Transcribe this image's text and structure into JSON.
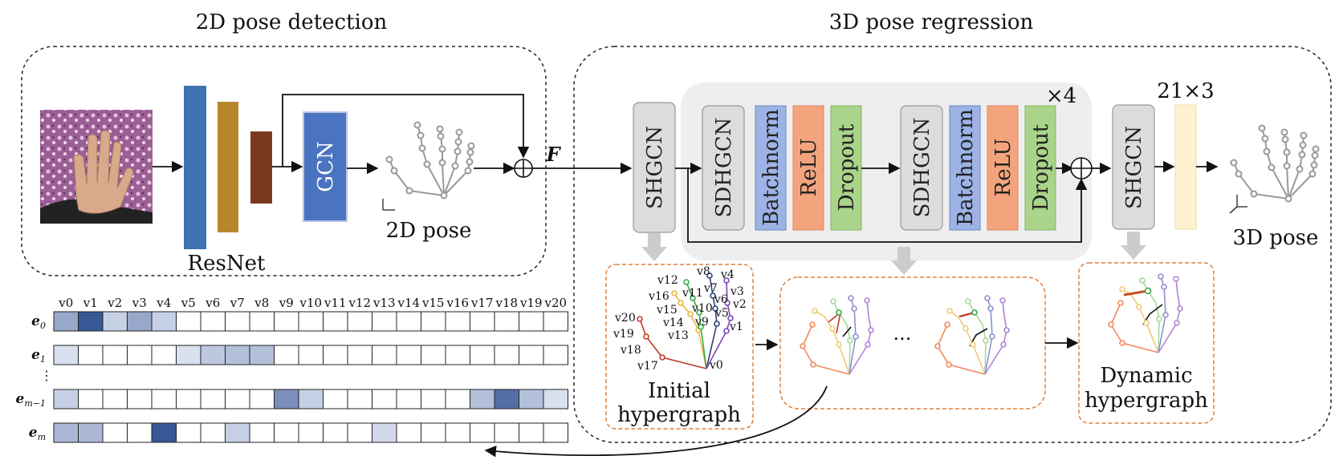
{
  "titles": {
    "detection": "2D pose detection",
    "regression": "3D pose regression"
  },
  "detection": {
    "backbone_label": "ResNet",
    "gcn_label": "GCN",
    "pose2d_label": "2D pose",
    "feature_label": "F"
  },
  "regression": {
    "shgcn_label": "SHGCN",
    "sdhgcn_label": "SDHGCN",
    "batchnorm_label": "Batchnorm",
    "relu_label": "ReLU",
    "dropout_label": "Dropout",
    "repeat_label": "×4",
    "output_dim_label": "21×3",
    "pose3d_label": "3D pose",
    "ellipsis": "..."
  },
  "hypergraph": {
    "initial_label_line1": "Initial",
    "initial_label_line2": "hypergraph",
    "dynamic_label_line1": "Dynamic",
    "dynamic_label_line2": "hypergraph",
    "vertex_labels": [
      "v0",
      "v1",
      "v2",
      "v3",
      "v4",
      "v5",
      "v6",
      "v7",
      "v8",
      "v9",
      "v10",
      "v11",
      "v12",
      "v13",
      "v14",
      "v15",
      "v16",
      "v17",
      "v18",
      "v19",
      "v20"
    ]
  },
  "incidence_matrix": {
    "columns": [
      "v0",
      "v1",
      "v2",
      "v3",
      "v4",
      "v5",
      "v6",
      "v7",
      "v8",
      "v9",
      "v10",
      "v11",
      "v12",
      "v13",
      "v14",
      "v15",
      "v16",
      "v17",
      "v18",
      "v19",
      "v20"
    ],
    "rows": [
      {
        "label": "e",
        "sub": "0",
        "weights": [
          0.45,
          0.95,
          0.2,
          0.45,
          0.2,
          0,
          0,
          0,
          0,
          0,
          0,
          0,
          0,
          0,
          0,
          0,
          0,
          0,
          0,
          0,
          0
        ]
      },
      {
        "label": "e",
        "sub": "1",
        "weights": [
          0.1,
          0,
          0,
          0,
          0,
          0.1,
          0.25,
          0.3,
          0.3,
          0,
          0,
          0,
          0,
          0,
          0,
          0,
          0,
          0,
          0,
          0,
          0
        ]
      },
      {
        "label": "e",
        "sub": "m−1",
        "weights": [
          0.2,
          0,
          0,
          0,
          0,
          0,
          0,
          0,
          0,
          0.6,
          0.2,
          0,
          0,
          0,
          0,
          0,
          0,
          0.3,
          0.8,
          0.3,
          0.1
        ]
      },
      {
        "label": "e",
        "sub": "m",
        "weights": [
          0.35,
          0.35,
          0,
          0,
          0.95,
          0,
          0,
          0.2,
          0,
          0,
          0,
          0,
          0,
          0.15,
          0,
          0,
          0,
          0,
          0,
          0,
          0
        ]
      }
    ],
    "vdots": "⋮"
  },
  "colors": {
    "backbone_blue": "#3f72b0",
    "backbone_gold": "#b8862a",
    "backbone_brown": "#7b3a20",
    "gcn_blue": "#4a74c0",
    "shgcn_gray": "#dcdcdc",
    "batchnorm_blue": "#9db3e6",
    "relu_orange": "#f4a47c",
    "dropout_green": "#a9d48a",
    "output_cream": "#fdf1cf",
    "matrix_dark": "#2e4f90",
    "hyper_border": "#e0803a"
  }
}
